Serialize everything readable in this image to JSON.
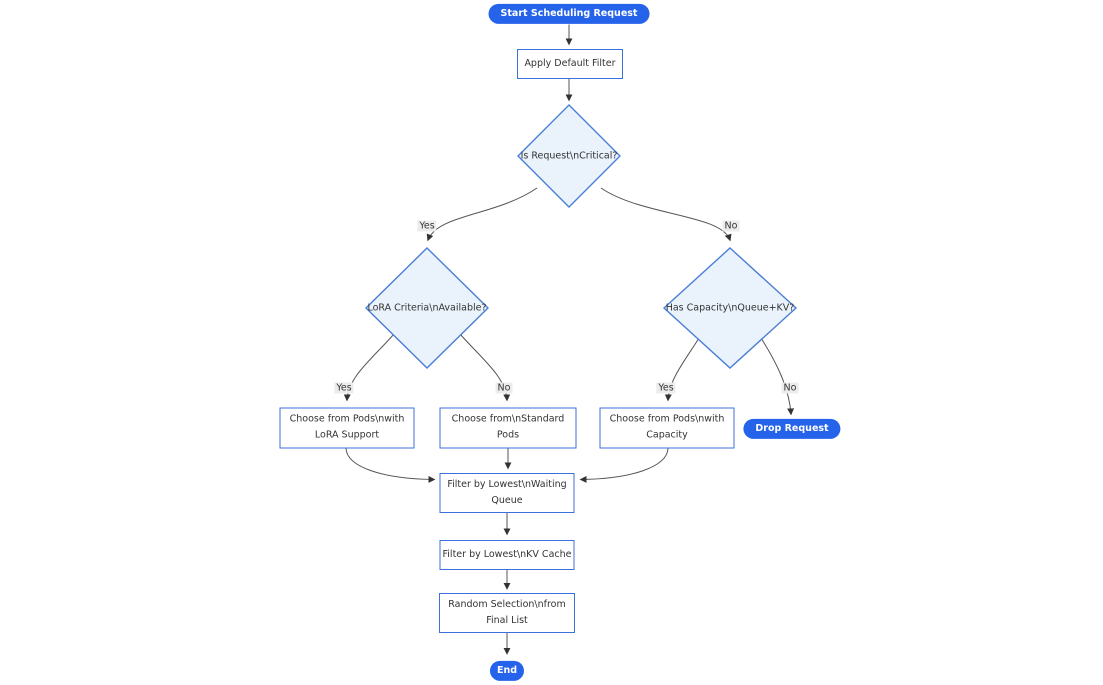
{
  "diagram": {
    "type": "flowchart",
    "nodes": {
      "start": {
        "label": "Start Scheduling Request",
        "shape": "stadium"
      },
      "apply_filter": {
        "label": "Apply Default Filter",
        "shape": "rect"
      },
      "is_critical": {
        "label": "Is Request\\nCritical?",
        "shape": "diamond"
      },
      "lora_available": {
        "label": "LoRA Criteria\\nAvailable?",
        "shape": "diamond"
      },
      "has_capacity": {
        "label": "Has Capacity\\nQueue+KV?",
        "shape": "diamond"
      },
      "choose_lora_pods": {
        "label": "Choose from Pods\\nwith LoRA Support",
        "shape": "rect"
      },
      "choose_standard_pods": {
        "label": "Choose from\\nStandard Pods",
        "shape": "rect"
      },
      "choose_capacity_pods": {
        "label": "Choose from Pods\\nwith Capacity",
        "shape": "rect"
      },
      "drop_request": {
        "label": "Drop Request",
        "shape": "stadium"
      },
      "filter_waiting_queue": {
        "label": "Filter by Lowest\\nWaiting Queue",
        "shape": "rect"
      },
      "filter_kv_cache": {
        "label": "Filter by Lowest\\nKV Cache",
        "shape": "rect"
      },
      "random_selection": {
        "label": "Random Selection\\nfrom Final List",
        "shape": "rect"
      },
      "end": {
        "label": "End",
        "shape": "stadium"
      }
    },
    "edges": [
      {
        "from": "start",
        "to": "apply_filter",
        "label": ""
      },
      {
        "from": "apply_filter",
        "to": "is_critical",
        "label": ""
      },
      {
        "from": "is_critical",
        "to": "lora_available",
        "label": "Yes"
      },
      {
        "from": "is_critical",
        "to": "has_capacity",
        "label": "No"
      },
      {
        "from": "lora_available",
        "to": "choose_lora_pods",
        "label": "Yes"
      },
      {
        "from": "lora_available",
        "to": "choose_standard_pods",
        "label": "No"
      },
      {
        "from": "has_capacity",
        "to": "choose_capacity_pods",
        "label": "Yes"
      },
      {
        "from": "has_capacity",
        "to": "drop_request",
        "label": "No"
      },
      {
        "from": "choose_lora_pods",
        "to": "filter_waiting_queue",
        "label": ""
      },
      {
        "from": "choose_standard_pods",
        "to": "filter_waiting_queue",
        "label": ""
      },
      {
        "from": "choose_capacity_pods",
        "to": "filter_waiting_queue",
        "label": ""
      },
      {
        "from": "filter_waiting_queue",
        "to": "filter_kv_cache",
        "label": ""
      },
      {
        "from": "filter_kv_cache",
        "to": "random_selection",
        "label": ""
      },
      {
        "from": "random_selection",
        "to": "end",
        "label": ""
      }
    ],
    "colors": {
      "accent_fill": "#2563eb",
      "accent_text": "#ffffff",
      "node_fill": "#ffffff",
      "node_border": "#3c70dd",
      "decision_fill": "#eaf2fb",
      "decision_border": "#4a7fd6",
      "edge_line": "#555555",
      "edge_label_bg": "#ececec",
      "text": "#333333"
    }
  }
}
